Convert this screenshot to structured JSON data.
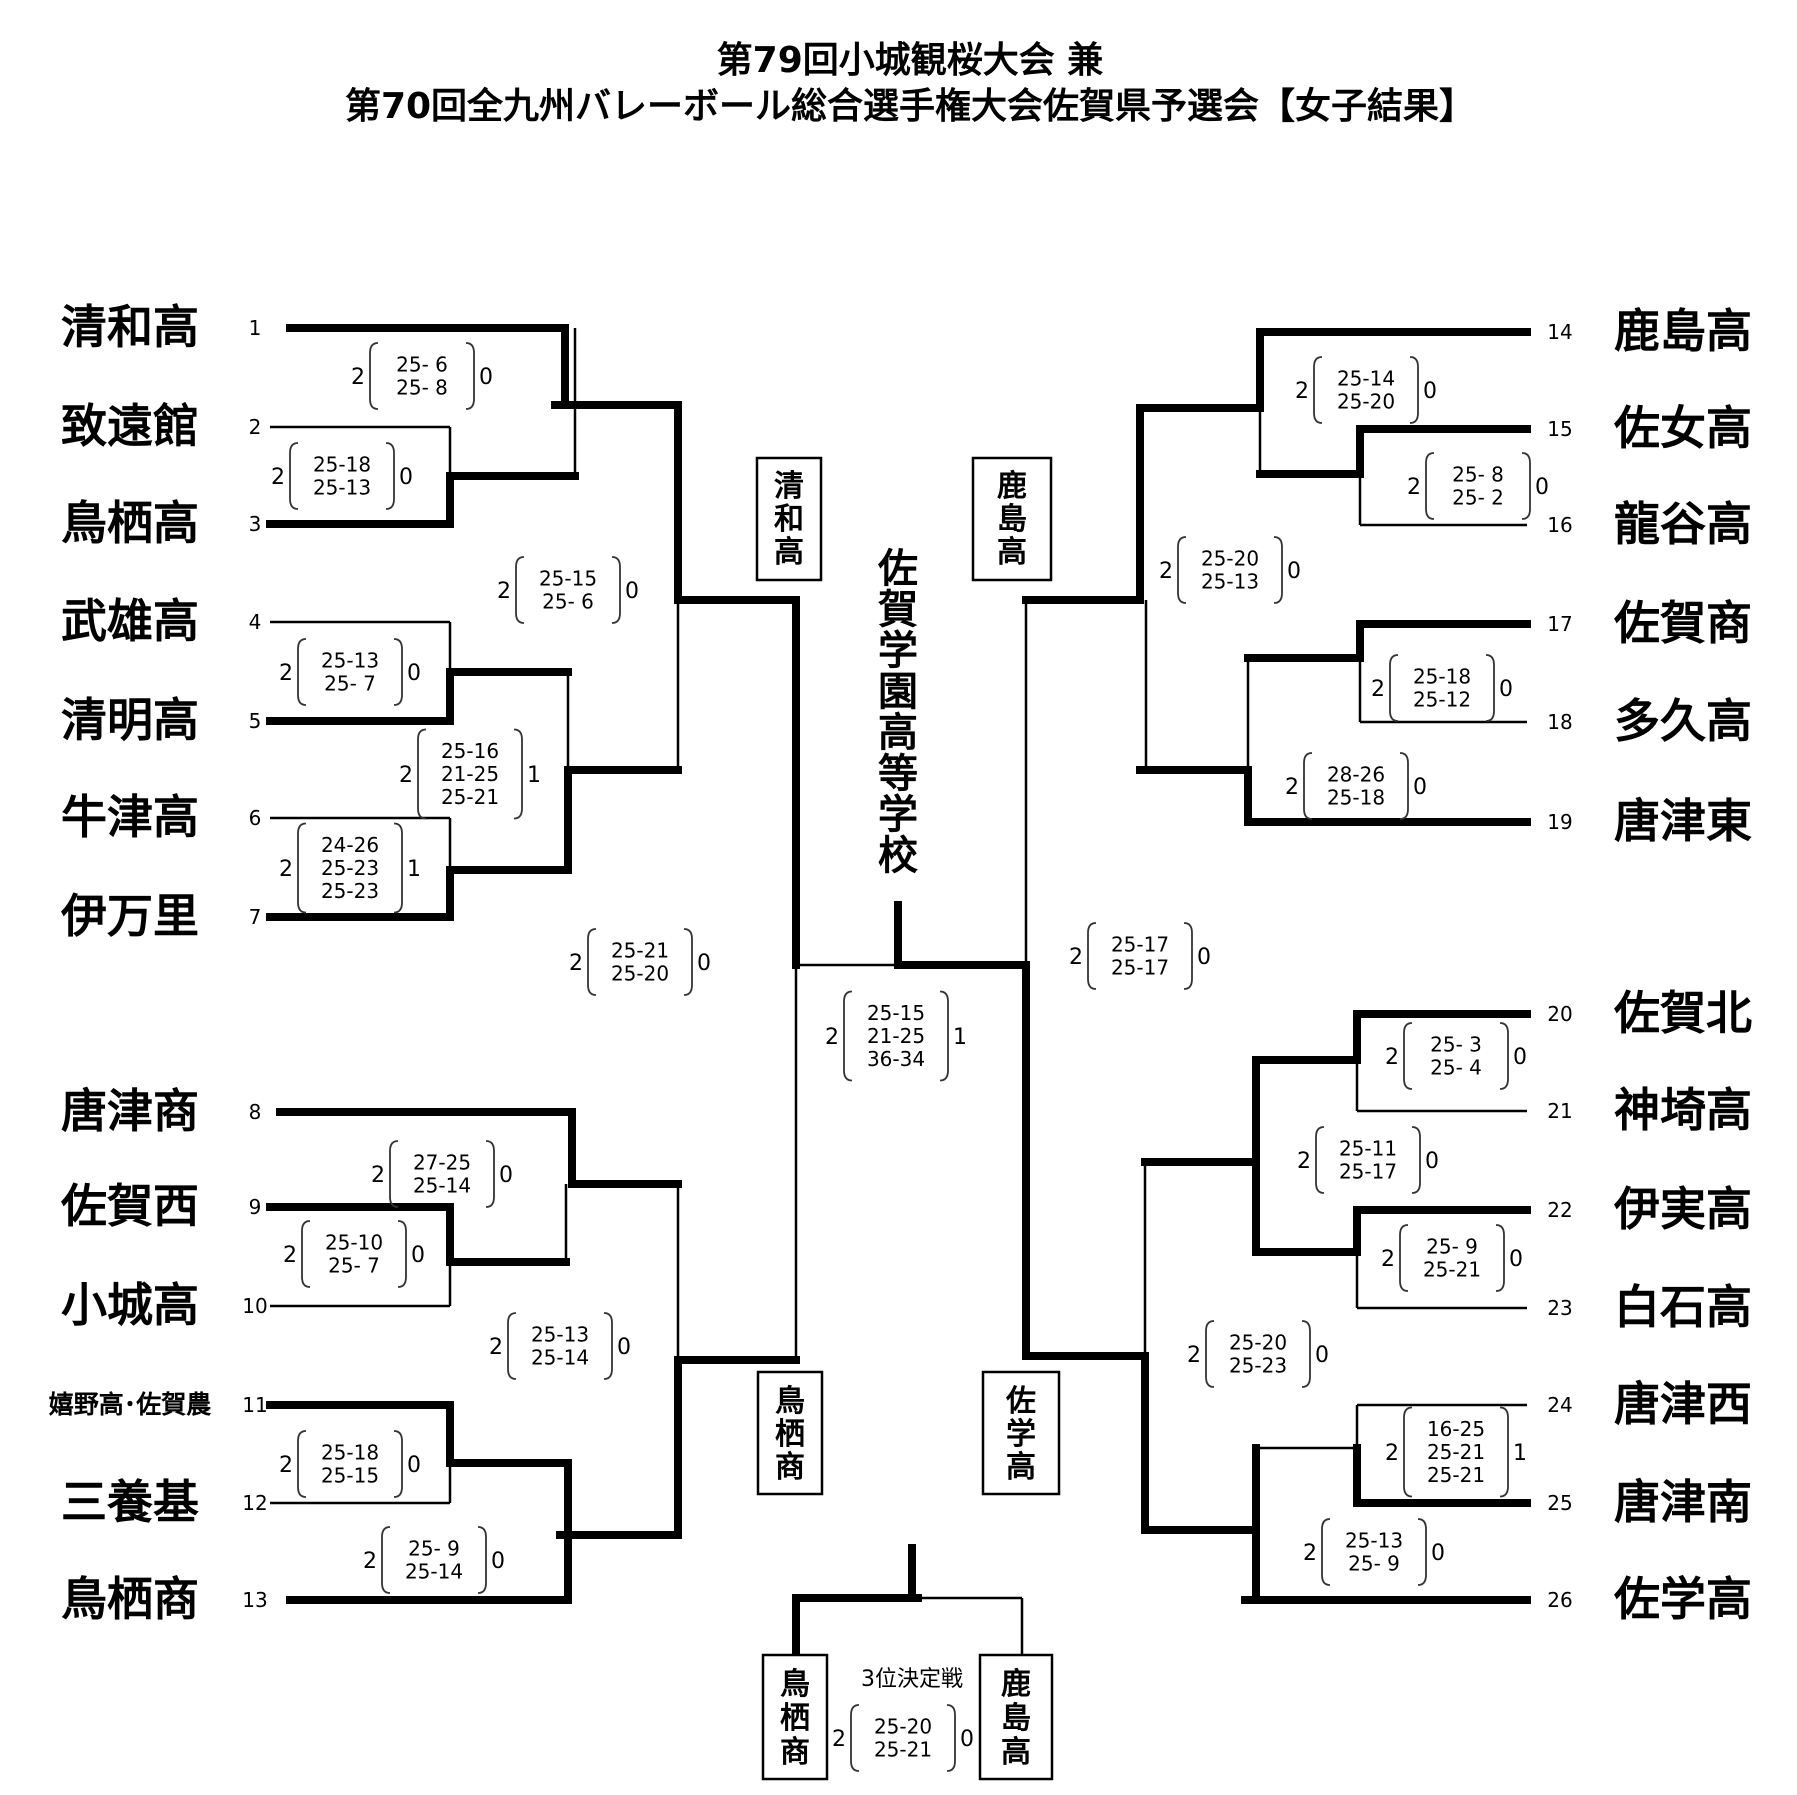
{
  "title": {
    "line1": "第79回小城観桜大会 兼",
    "line2": "第70回全九州バレーボール総合選手権大会佐賀県予選会【女子結果】"
  },
  "champion": "佐賀学園高等学校",
  "third_place_label": "3位決定戦",
  "teams_left": [
    {
      "seed": "1",
      "name": "清和高"
    },
    {
      "seed": "2",
      "name": "致遠館"
    },
    {
      "seed": "3",
      "name": "鳥栖高"
    },
    {
      "seed": "4",
      "name": "武雄高"
    },
    {
      "seed": "5",
      "name": "清明高"
    },
    {
      "seed": "6",
      "name": "牛津高"
    },
    {
      "seed": "7",
      "name": "伊万里"
    },
    {
      "seed": "8",
      "name": "唐津商"
    },
    {
      "seed": "9",
      "name": "佐賀西"
    },
    {
      "seed": "10",
      "name": "小城高"
    },
    {
      "seed": "11",
      "name": "嬉野高･佐賀農"
    },
    {
      "seed": "12",
      "name": "三養基"
    },
    {
      "seed": "13",
      "name": "鳥栖商"
    }
  ],
  "teams_right": [
    {
      "seed": "14",
      "name": "鹿島高"
    },
    {
      "seed": "15",
      "name": "佐女高"
    },
    {
      "seed": "16",
      "name": "龍谷高"
    },
    {
      "seed": "17",
      "name": "佐賀商"
    },
    {
      "seed": "18",
      "name": "多久高"
    },
    {
      "seed": "19",
      "name": "唐津東"
    },
    {
      "seed": "20",
      "name": "佐賀北"
    },
    {
      "seed": "21",
      "name": "神埼高"
    },
    {
      "seed": "22",
      "name": "伊実高"
    },
    {
      "seed": "23",
      "name": "白石高"
    },
    {
      "seed": "24",
      "name": "唐津西"
    },
    {
      "seed": "25",
      "name": "唐津南"
    },
    {
      "seed": "26",
      "name": "佐学高"
    }
  ],
  "block_winners": {
    "top_left": "清和高",
    "bottom_left": "鳥栖商",
    "top_right": "鹿島高",
    "bottom_right": "佐学高"
  },
  "third_place_teams": {
    "left": "鳥栖商",
    "right": "鹿島高"
  },
  "matches": [
    {
      "id": "L1",
      "lw": "2",
      "rw": "0",
      "scores": [
        "25- 6",
        "25- 8"
      ]
    },
    {
      "id": "L2",
      "lw": "2",
      "rw": "0",
      "scores": [
        "25-18",
        "25-13"
      ]
    },
    {
      "id": "L3",
      "lw": "2",
      "rw": "0",
      "scores": [
        "25-15",
        "25- 6"
      ]
    },
    {
      "id": "L4",
      "lw": "2",
      "rw": "0",
      "scores": [
        "25-13",
        "25- 7"
      ]
    },
    {
      "id": "L5",
      "lw": "2",
      "rw": "1",
      "scores": [
        "25-16",
        "21-25",
        "25-21"
      ]
    },
    {
      "id": "L6",
      "lw": "2",
      "rw": "1",
      "scores": [
        "24-26",
        "25-23",
        "25-23"
      ]
    },
    {
      "id": "L7",
      "lw": "2",
      "rw": "0",
      "scores": [
        "25-21",
        "25-20"
      ]
    },
    {
      "id": "L8",
      "lw": "2",
      "rw": "0",
      "scores": [
        "27-25",
        "25-14"
      ]
    },
    {
      "id": "L9",
      "lw": "2",
      "rw": "0",
      "scores": [
        "25-10",
        "25- 7"
      ]
    },
    {
      "id": "L10",
      "lw": "2",
      "rw": "0",
      "scores": [
        "25-13",
        "25-14"
      ]
    },
    {
      "id": "L11",
      "lw": "2",
      "rw": "0",
      "scores": [
        "25-18",
        "25-15"
      ]
    },
    {
      "id": "L12",
      "lw": "2",
      "rw": "0",
      "scores": [
        "25- 9",
        "25-14"
      ]
    },
    {
      "id": "F",
      "lw": "2",
      "rw": "1",
      "scores": [
        "25-15",
        "21-25",
        "36-34"
      ]
    },
    {
      "id": "R1",
      "lw": "2",
      "rw": "0",
      "scores": [
        "25-14",
        "25-20"
      ]
    },
    {
      "id": "R2",
      "lw": "2",
      "rw": "0",
      "scores": [
        "25- 8",
        "25- 2"
      ]
    },
    {
      "id": "R3",
      "lw": "2",
      "rw": "0",
      "scores": [
        "25-20",
        "25-13"
      ]
    },
    {
      "id": "R4",
      "lw": "2",
      "rw": "0",
      "scores": [
        "25-18",
        "25-12"
      ]
    },
    {
      "id": "R5",
      "lw": "2",
      "rw": "0",
      "scores": [
        "28-26",
        "25-18"
      ]
    },
    {
      "id": "R6",
      "lw": "2",
      "rw": "0",
      "scores": [
        "25-17",
        "25-17"
      ]
    },
    {
      "id": "R7",
      "lw": "2",
      "rw": "0",
      "scores": [
        "25- 3",
        "25- 4"
      ]
    },
    {
      "id": "R8",
      "lw": "2",
      "rw": "0",
      "scores": [
        "25-11",
        "25-17"
      ]
    },
    {
      "id": "R9",
      "lw": "2",
      "rw": "0",
      "scores": [
        "25- 9",
        "25-21"
      ]
    },
    {
      "id": "R10",
      "lw": "2",
      "rw": "0",
      "scores": [
        "25-20",
        "25-23"
      ]
    },
    {
      "id": "R11",
      "lw": "2",
      "rw": "1",
      "scores": [
        "16-25",
        "25-21",
        "25-21"
      ]
    },
    {
      "id": "R12",
      "lw": "2",
      "rw": "0",
      "scores": [
        "25-13",
        "25- 9"
      ]
    },
    {
      "id": "T3",
      "lw": "2",
      "rw": "0",
      "scores": [
        "25-20",
        "25-21"
      ]
    }
  ]
}
